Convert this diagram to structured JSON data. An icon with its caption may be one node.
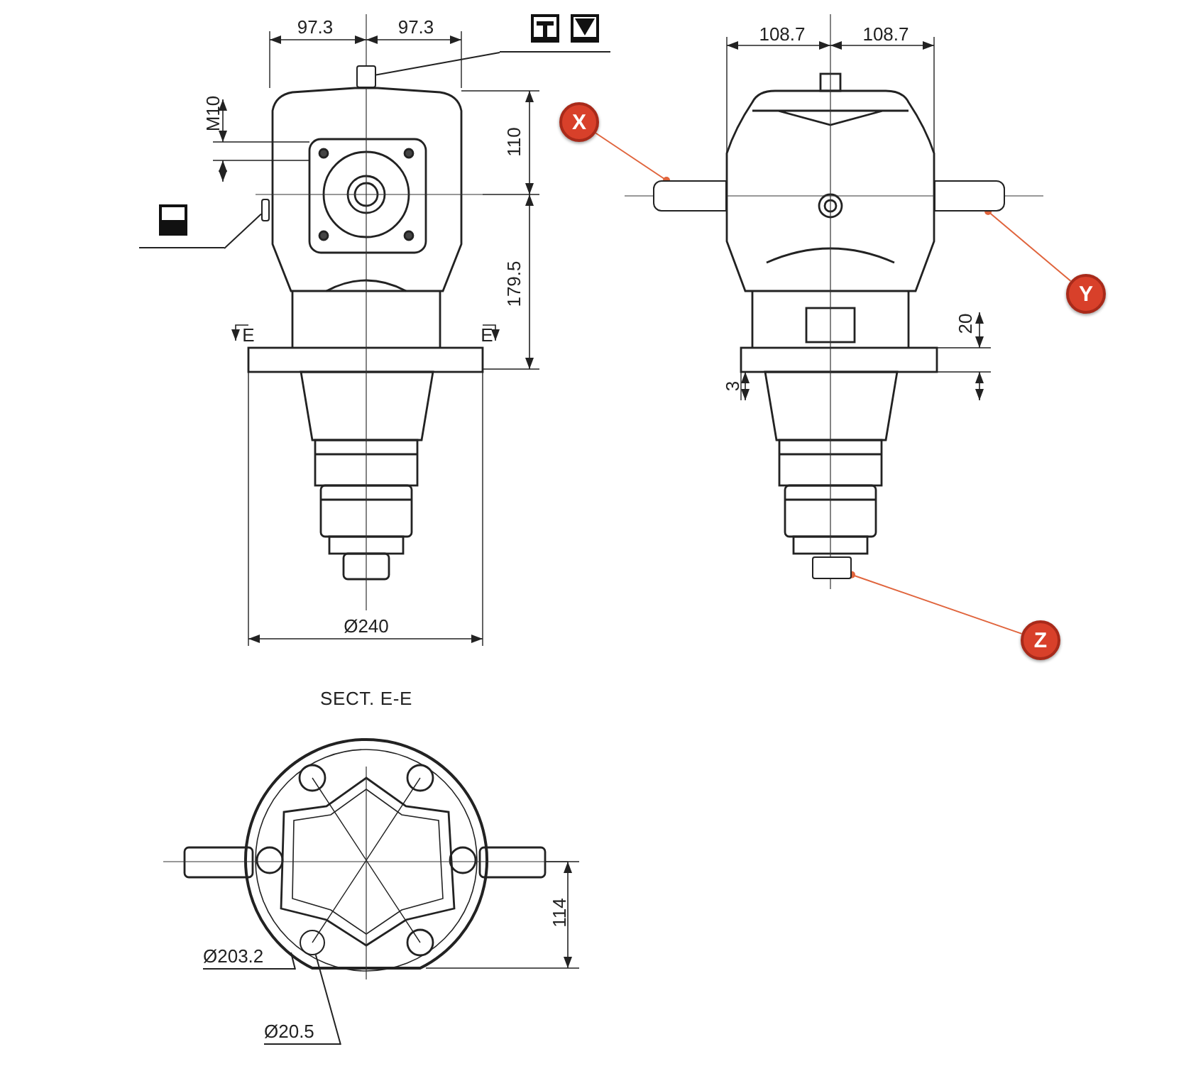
{
  "diagram": {
    "nodes": [
      {
        "text": [
          "X"
        ]
      },
      {
        "text": [],
        "shape": "bar"
      },
      {
        "text": [
          "Y"
        ]
      },
      {
        "text": [],
        "shape": "bar"
      },
      {
        "text": [
          "Z"
        ]
      },
      {
        "text": [],
        "shape": "box"
      },
      {
        "text": [],
        "shape": "picture"
      },
      {
        "text": [],
        "shape": "box"
      },
      {
        "text": [],
        "shape": "picture"
      },
      {
        "text": [],
        "shape": "box"
      },
      {
        "text": [
          "Ø203.2"
        ]
      },
      {
        "text": [
          "Ø20.5"
        ]
      },
      {
        "text": [],
        "shape": "circle"
      }
    ],
    "edges": [
      {
        "from": 0,
        "to": 1,
        "arrow": "other",
        "color": "#e0643c"
      },
      {
        "from": 2,
        "to": 3,
        "arrow": "other",
        "color": "#e0643c"
      },
      {
        "from": 4,
        "to": 5,
        "arrow": "other",
        "color": "#e0643c"
      },
      {
        "from": 6,
        "to": 7,
        "arrow": "none"
      },
      {
        "from": 8,
        "to": 9,
        "arrow": "none"
      },
      {
        "from": 10,
        "to": null,
        "arrow": "none"
      },
      {
        "from": 11,
        "to": 12,
        "arrow": "none"
      }
    ],
    "labels": [
      "97.3",
      "97.3",
      "M10",
      "110",
      "179.5",
      "E",
      "E",
      "108.7",
      "108.7",
      "20",
      "3",
      "Ø240",
      "SECT. E-E",
      "114"
    ]
  }
}
